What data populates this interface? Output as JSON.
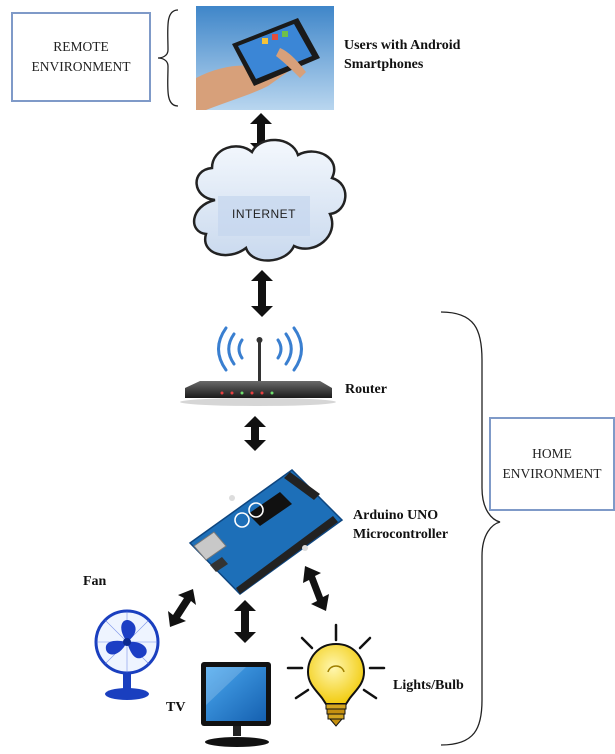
{
  "remote_box": {
    "line1": "REMOTE",
    "line2": "ENVIRONMENT"
  },
  "home_box": {
    "line1": "HOME",
    "line2": "ENVIRONMENT"
  },
  "nodes": {
    "users": {
      "line1": "Users with Android",
      "line2": "Smartphones"
    },
    "internet": "INTERNET",
    "router": "Router",
    "arduino": {
      "line1": "Arduino UNO",
      "line2": "Microcontroller"
    },
    "fan": "Fan",
    "tv": "TV",
    "lights": "Lights/Bulb"
  },
  "colors": {
    "box_border": "#7f9ac8",
    "arrow": "#111111",
    "board": "#1d6fb8",
    "cloud_fill": "#dde7f5",
    "wifi": "#3a7fd0",
    "bulb": "#f2d21a"
  }
}
